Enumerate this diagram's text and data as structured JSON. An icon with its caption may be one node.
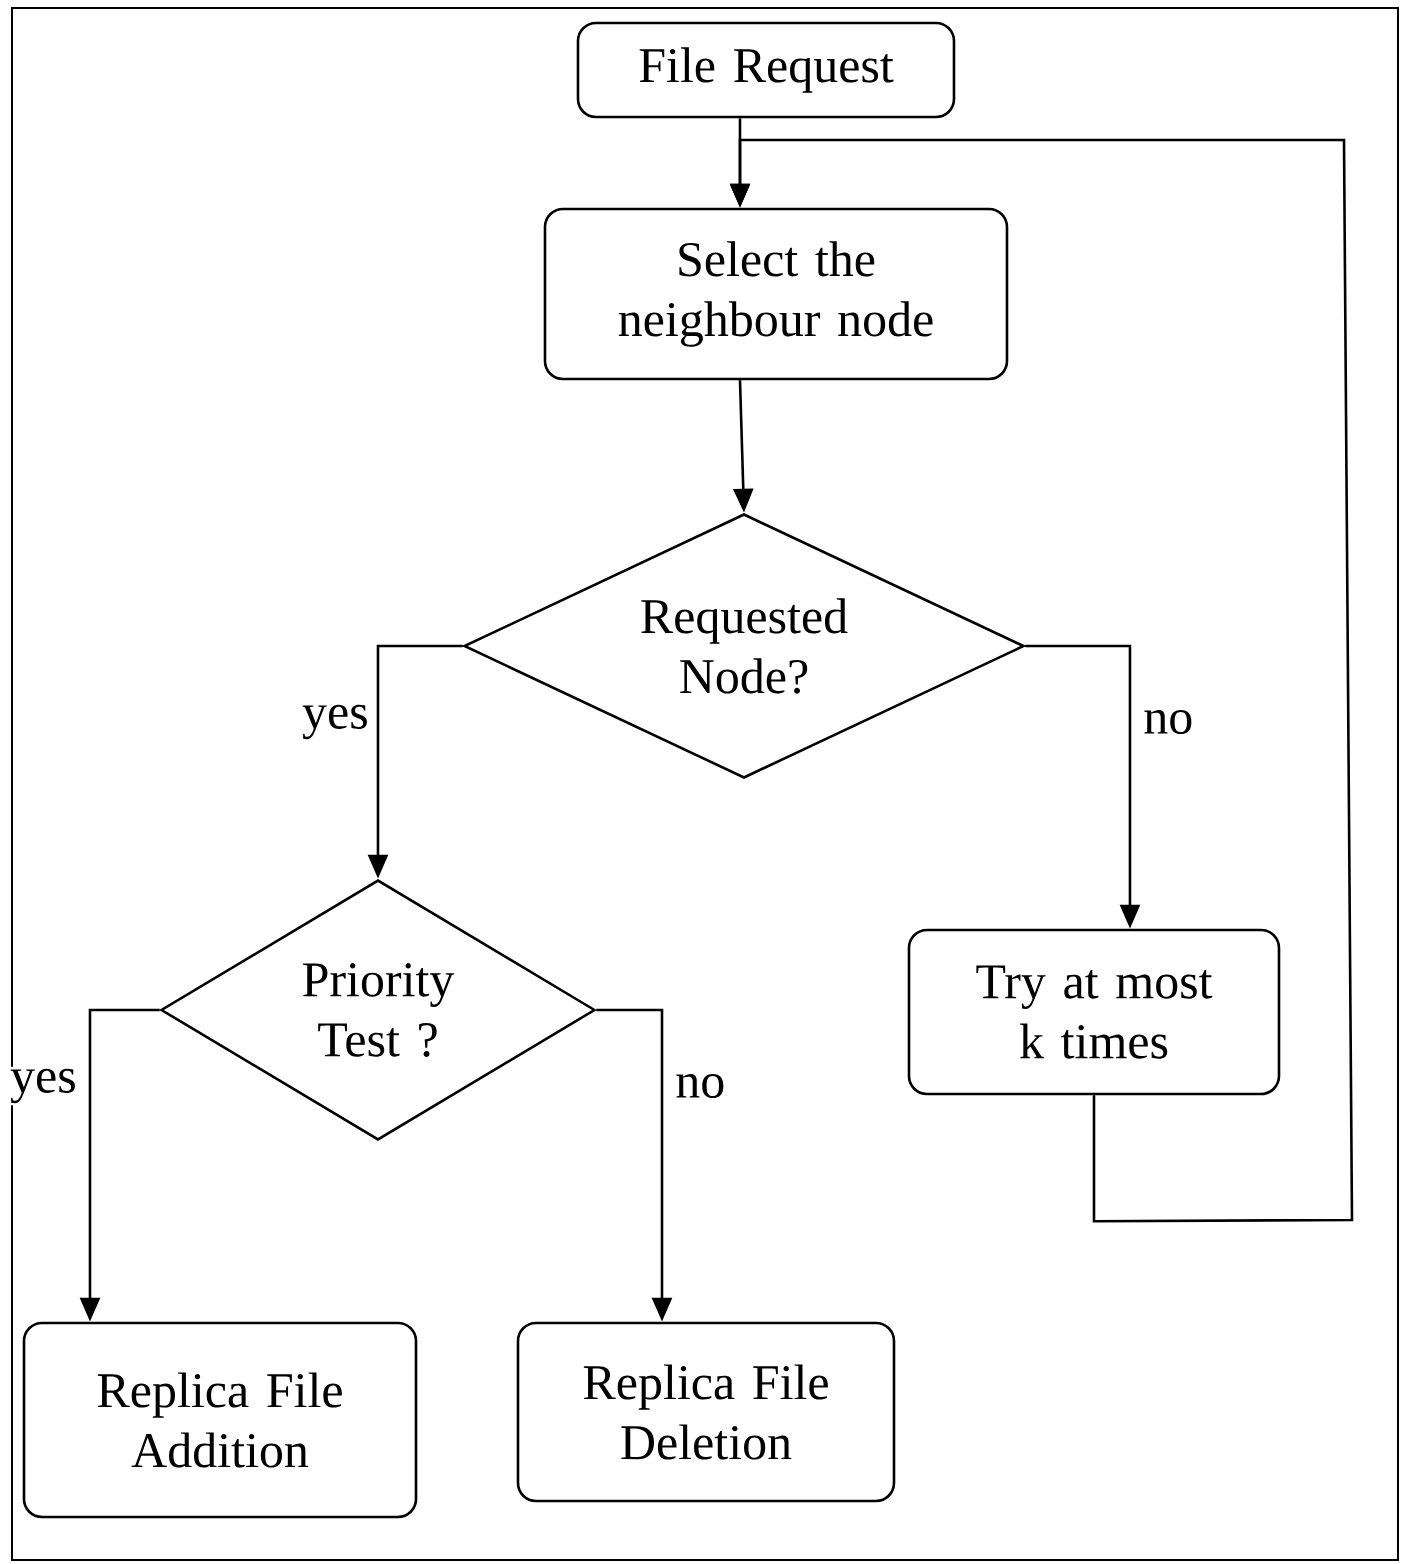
{
  "diagram": {
    "nodes": [
      {
        "text": [
          "File  Request"
        ]
      },
      {
        "text": [
          "Select the neighbour node"
        ]
      },
      {
        "text": [
          "Requested Node?"
        ]
      },
      {
        "text": [
          "Priority Test ?"
        ]
      },
      {
        "text": [
          "Try at most k times"
        ]
      },
      {
        "text": [
          "Replica File Addition"
        ]
      },
      {
        "text": [
          "Replica File Deletion"
        ]
      }
    ],
    "edges": [
      {
        "from": 0,
        "to": 1,
        "arrow": "to"
      },
      {
        "from": 1,
        "to": 2,
        "arrow": "to"
      },
      {
        "from": 2,
        "to": 3,
        "arrow": "to",
        "label": "yes"
      },
      {
        "from": 2,
        "to": 4,
        "arrow": "to",
        "label": "no"
      },
      {
        "from": 4,
        "to": 1,
        "arrow": "to"
      },
      {
        "from": 3,
        "to": 5,
        "arrow": "to",
        "label": "yes"
      },
      {
        "from": 3,
        "to": 6,
        "arrow": "to",
        "label": "no"
      }
    ]
  }
}
